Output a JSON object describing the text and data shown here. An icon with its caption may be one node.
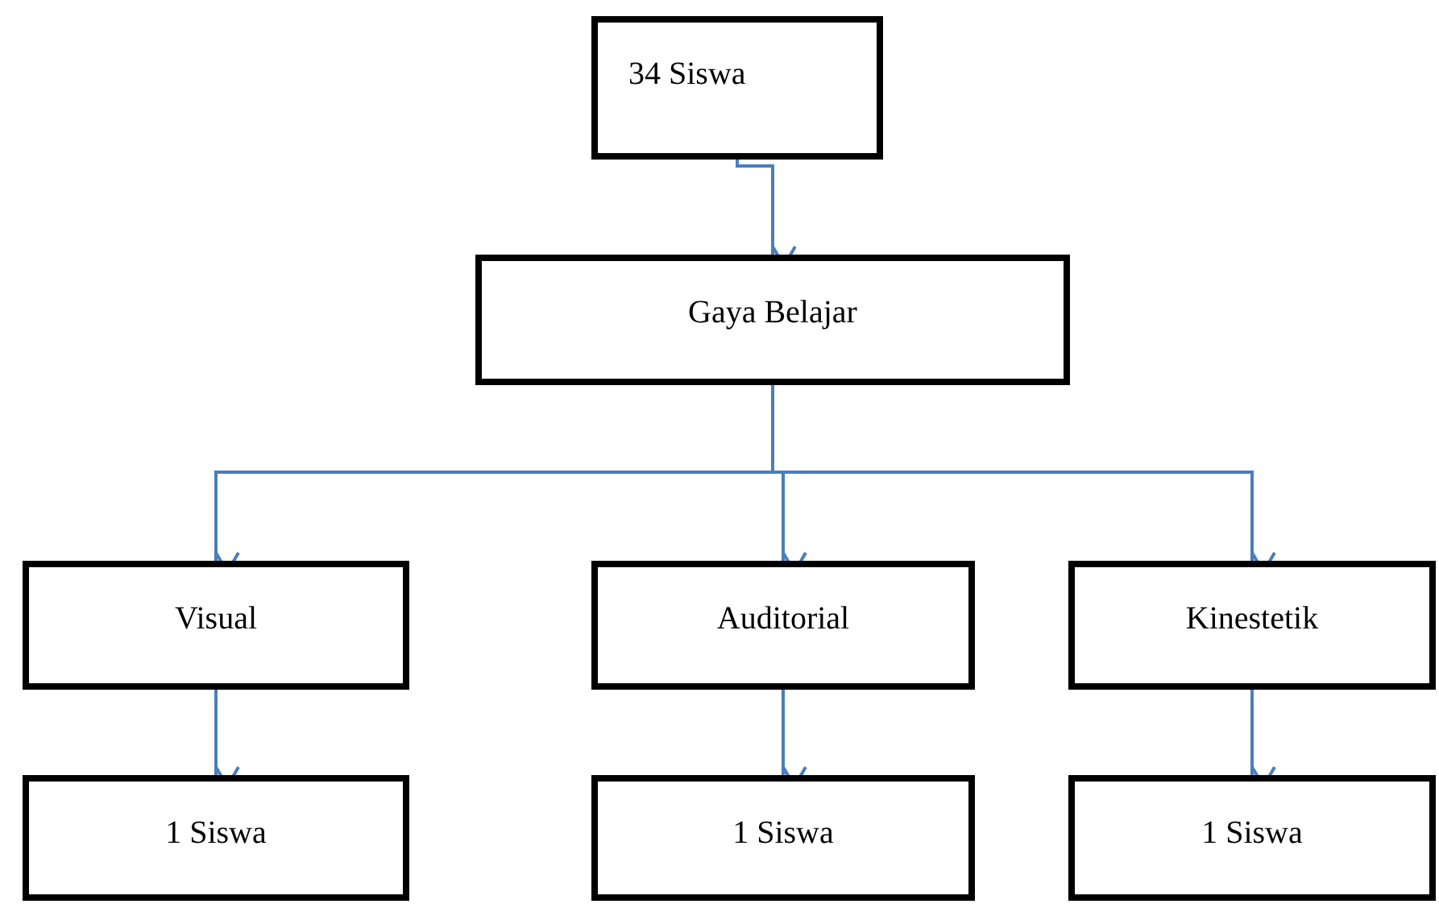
{
  "diagram": {
    "nodes": [
      {
        "text": [
          "34 Siswa"
        ]
      },
      {
        "text": [
          "Gaya Belajar"
        ]
      },
      {
        "text": [
          "Visual"
        ]
      },
      {
        "text": [
          "Auditorial"
        ]
      },
      {
        "text": [
          "Kinestetik"
        ]
      },
      {
        "text": [
          "1 Siswa"
        ]
      },
      {
        "text": [
          "1 Siswa"
        ]
      },
      {
        "text": [
          "1 Siswa"
        ]
      }
    ],
    "edges": [
      {
        "from": 0,
        "to": 1,
        "arrow": "to"
      },
      {
        "from": 1,
        "to": 2,
        "arrow": "to"
      },
      {
        "from": 1,
        "to": 3,
        "arrow": "to"
      },
      {
        "from": 1,
        "to": 4,
        "arrow": "to"
      },
      {
        "from": 2,
        "to": 5,
        "arrow": "to"
      },
      {
        "from": 3,
        "to": 6,
        "arrow": "to"
      },
      {
        "from": 4,
        "to": 7,
        "arrow": "to"
      }
    ]
  }
}
